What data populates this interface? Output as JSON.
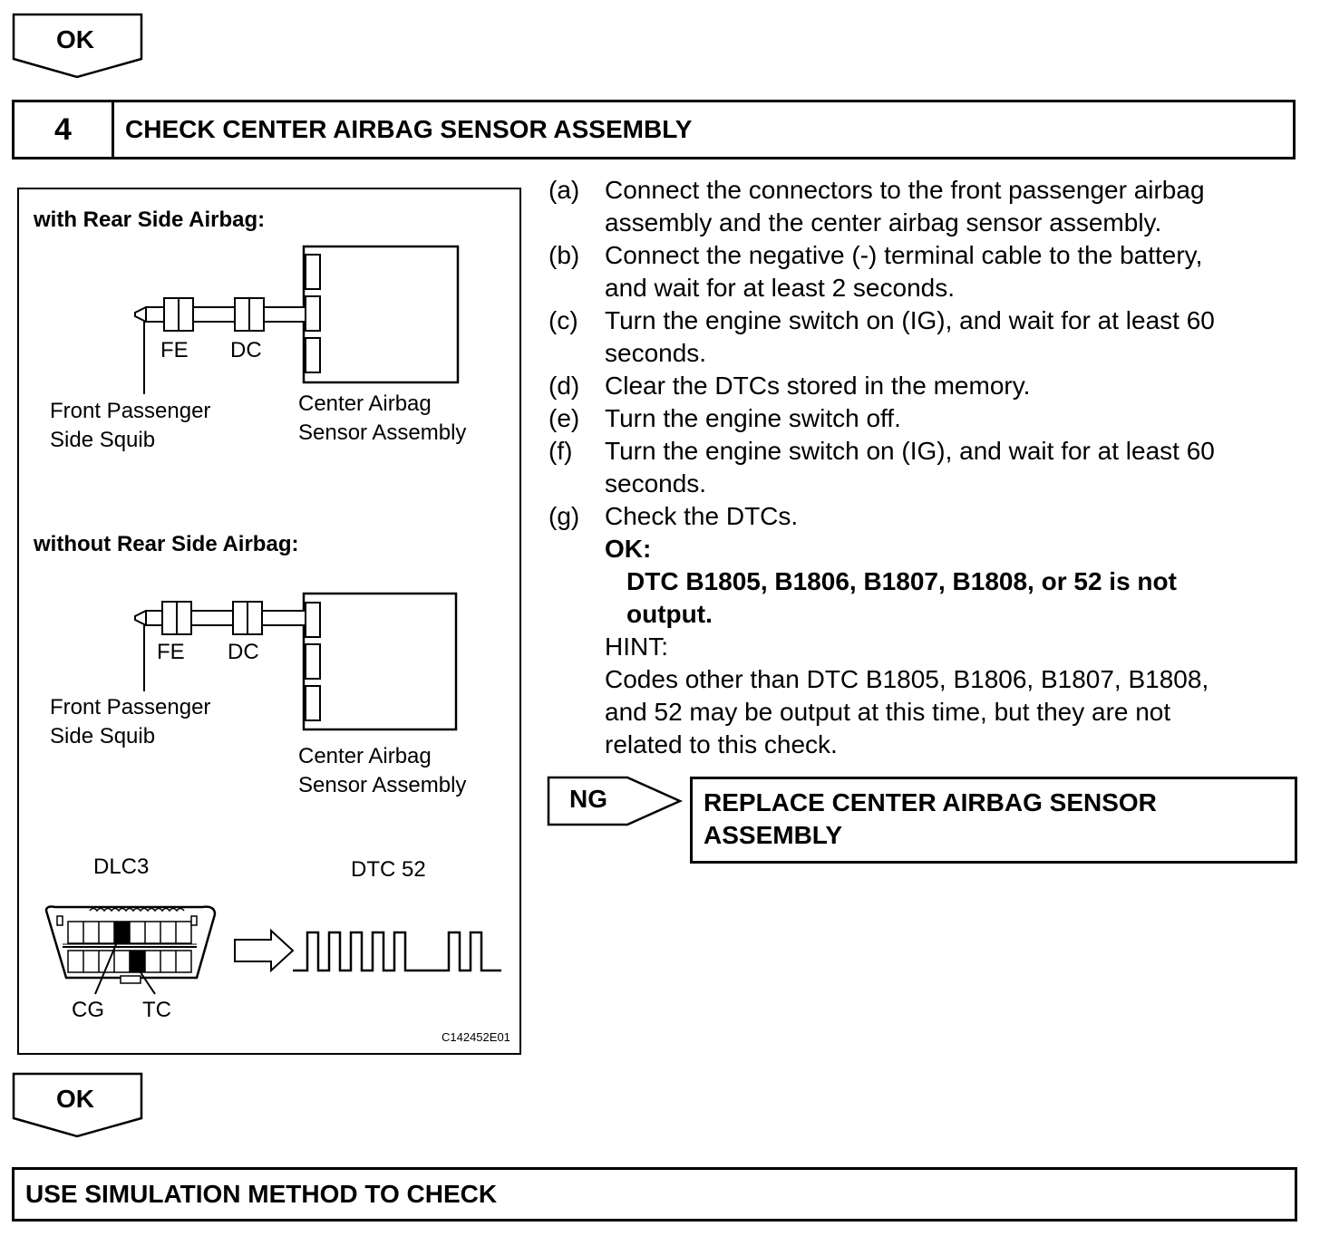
{
  "top_ok": "OK",
  "step": {
    "number": "4",
    "title": "CHECK CENTER AIRBAG SENSOR ASSEMBLY"
  },
  "figure": {
    "with_heading": "with Rear Side Airbag:",
    "without_heading": "without Rear Side Airbag:",
    "fe": "FE",
    "dc": "DC",
    "squib_line1": "Front Passenger",
    "squib_line2": "Side Squib",
    "sensor_line1": "Center Airbag",
    "sensor_line2": "Sensor Assembly",
    "dlc3": "DLC3",
    "dtc52": "DTC 52",
    "cg": "CG",
    "tc": "TC",
    "figure_id": "C142452E01"
  },
  "procedure": [
    {
      "label": "(a)",
      "lines": [
        "Connect the connectors to the front passenger airbag",
        "assembly and the center airbag sensor assembly."
      ]
    },
    {
      "label": "(b)",
      "lines": [
        "Connect the negative (-) terminal cable to the battery,",
        "and wait for at least 2 seconds."
      ]
    },
    {
      "label": "(c)",
      "lines": [
        "Turn the engine switch on (IG), and wait for at least 60",
        "seconds."
      ]
    },
    {
      "label": "(d)",
      "lines": [
        "Clear the DTCs stored in the memory."
      ]
    },
    {
      "label": "(e)",
      "lines": [
        "Turn the engine switch off."
      ]
    },
    {
      "label": "(f)",
      "lines": [
        "Turn the engine switch on (IG), and wait for at least 60",
        "seconds."
      ]
    },
    {
      "label": "(g)",
      "lines": [
        "Check the DTCs."
      ]
    }
  ],
  "ok_label": "OK:",
  "ok_spec": [
    "DTC B1805, B1806, B1807, B1808, or 52 is not",
    "output."
  ],
  "hint_label": "HINT:",
  "hint_lines": [
    "Codes other than DTC B1805, B1806, B1807, B1808,",
    "and 52 may be output at this time, but they are not",
    "related to this check."
  ],
  "ng_label": "NG",
  "ng_result": [
    "REPLACE CENTER AIRBAG SENSOR",
    "ASSEMBLY"
  ],
  "bottom_ok": "OK",
  "final_step": "USE SIMULATION METHOD TO CHECK"
}
